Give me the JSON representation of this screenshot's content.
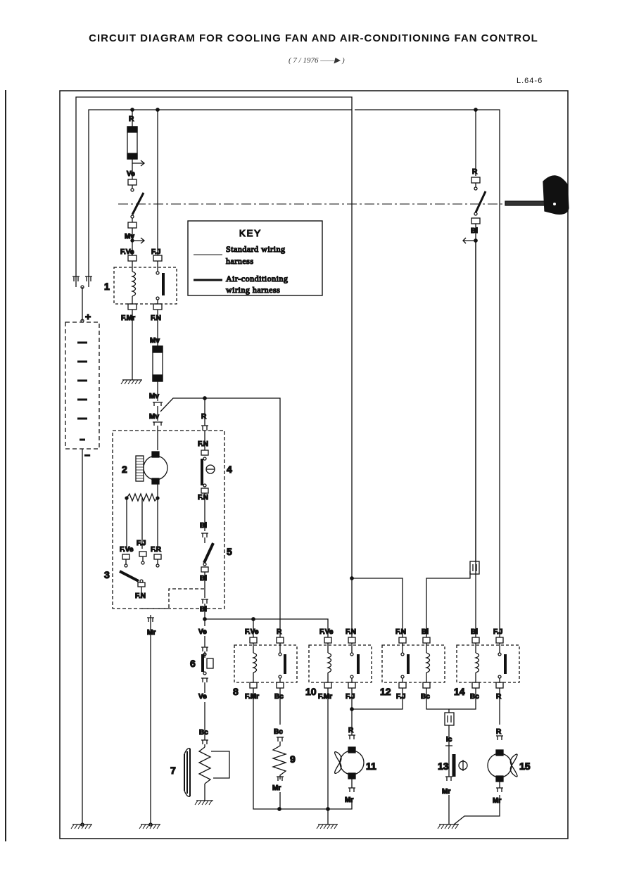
{
  "title": "CIRCUIT DIAGRAM FOR COOLING FAN AND AIR-CONDITIONING FAN CONTROL",
  "subtitle": "( 7 / 1976 ——▶ )",
  "reference": "L.64-6",
  "key": {
    "heading": "KEY",
    "standard_line1": "Standard wiring",
    "standard_line2": "harness",
    "aircon_line1": "Air-conditioning",
    "aircon_line2": "wiring harness"
  },
  "battery": {
    "plus": "+",
    "minus": "−"
  },
  "wire_labels": {
    "r_top_left": "R",
    "ve_top": "Ve",
    "mv_switch": "Mv",
    "fve_1": "F.Ve",
    "fj_1": "F.J",
    "fmr_1": "F.Mr",
    "fn_1": "F.N",
    "mv_fuse_top": "Mv",
    "mv_fuse_bot": "Mv",
    "mv_motor": "Mv",
    "r_4": "R",
    "fn_4_top": "F.N",
    "fn_4_bot": "F.N",
    "bl_5_top": "Bl",
    "bl_5_bot": "Bl",
    "fve_2": "F.Ve",
    "fj_2": "F.J",
    "fr_2": "F.R",
    "fn_3": "F.N",
    "bl_main": "Bl",
    "mr_left": "Mr",
    "ve_6_top": "Ve",
    "ve_6_bot": "Ve",
    "bc_7": "Bc",
    "fve_8": "F.Ve",
    "r_8": "R",
    "fmr_8": "F.Mr",
    "bc_8": "Bc",
    "bc_9": "Bc",
    "mr_9": "Mr",
    "fve_10": "F.Ve",
    "fn_10": "F.N",
    "fmr_10": "F.Mr",
    "fj_10": "F.J",
    "r_11": "R",
    "mr_11": "Mr",
    "fn_12": "F.N",
    "bl_12": "Bl",
    "fj_12": "F.J",
    "bc_12": "Bc",
    "bl_14": "Bl",
    "fj_14": "F.J",
    "bc_14": "Bc",
    "r_14": "R",
    "ic_13": "Ic",
    "mr_13": "Mr",
    "r_15": "R",
    "mr_15": "Mr",
    "r_ign": "R",
    "bl_ign": "Bl"
  },
  "component_numbers": [
    "1",
    "2",
    "3",
    "4",
    "5",
    "6",
    "7",
    "8",
    "9",
    "10",
    "11",
    "12",
    "13",
    "14",
    "15"
  ]
}
